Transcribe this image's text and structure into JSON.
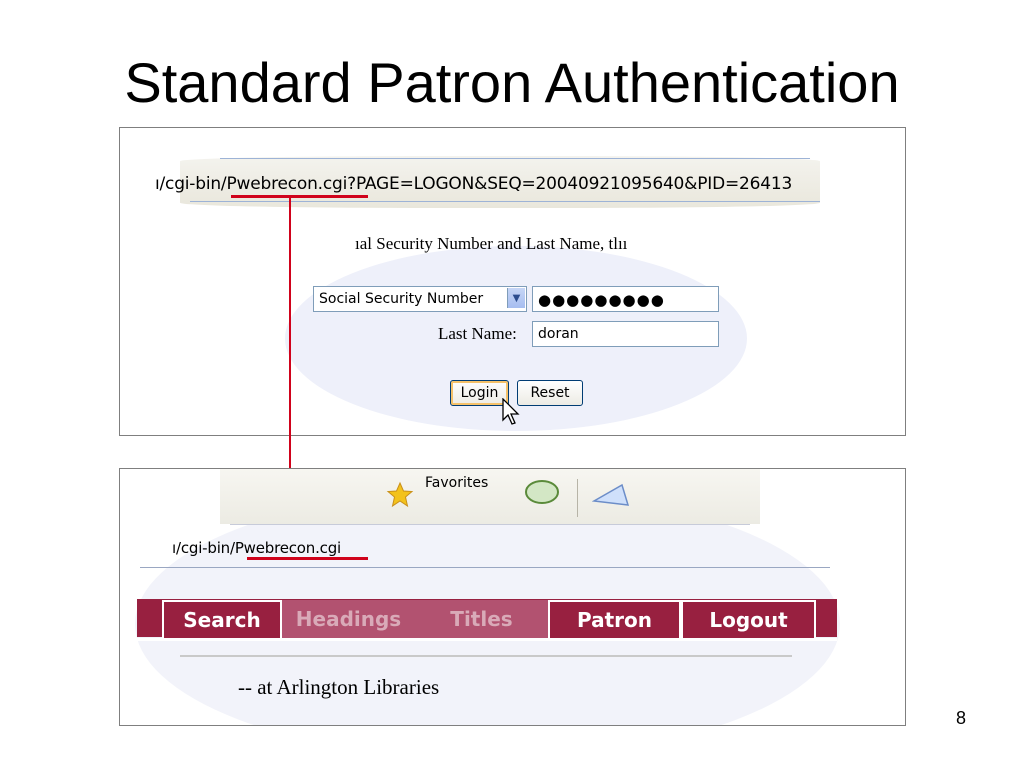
{
  "slide": {
    "title": "Standard Patron Authentication",
    "page_number": "8"
  },
  "login_panel": {
    "url_prefix": "ı/cgi-bin/",
    "url_script": "Pwebrecon.cgi",
    "url_query": "?PAGE=LOGON&SEQ=20040921095640&PID=26413",
    "instruction": "ıal Security Number and Last Name, tlıı",
    "id_type_selected": "Social Security Number",
    "id_value": "●●●●●●●●●",
    "last_name_label": "Last Name:",
    "last_name_value": "doran",
    "login_label": "Login",
    "reset_label": "Reset"
  },
  "results_panel": {
    "toolbar_favorites": "Favorites",
    "url_prefix": "ı/cgi-bin/",
    "url_script": "Pwebrecon.cgi",
    "tabs": [
      {
        "label": "Search"
      },
      {
        "label": "Headings"
      },
      {
        "label": "Titles"
      },
      {
        "label": "Patron"
      },
      {
        "label": "Logout"
      }
    ],
    "library_text": "‐‐ at Arlington Libraries"
  },
  "colors": {
    "accent_red": "#d0021b",
    "nav_maroon": "#982040"
  }
}
